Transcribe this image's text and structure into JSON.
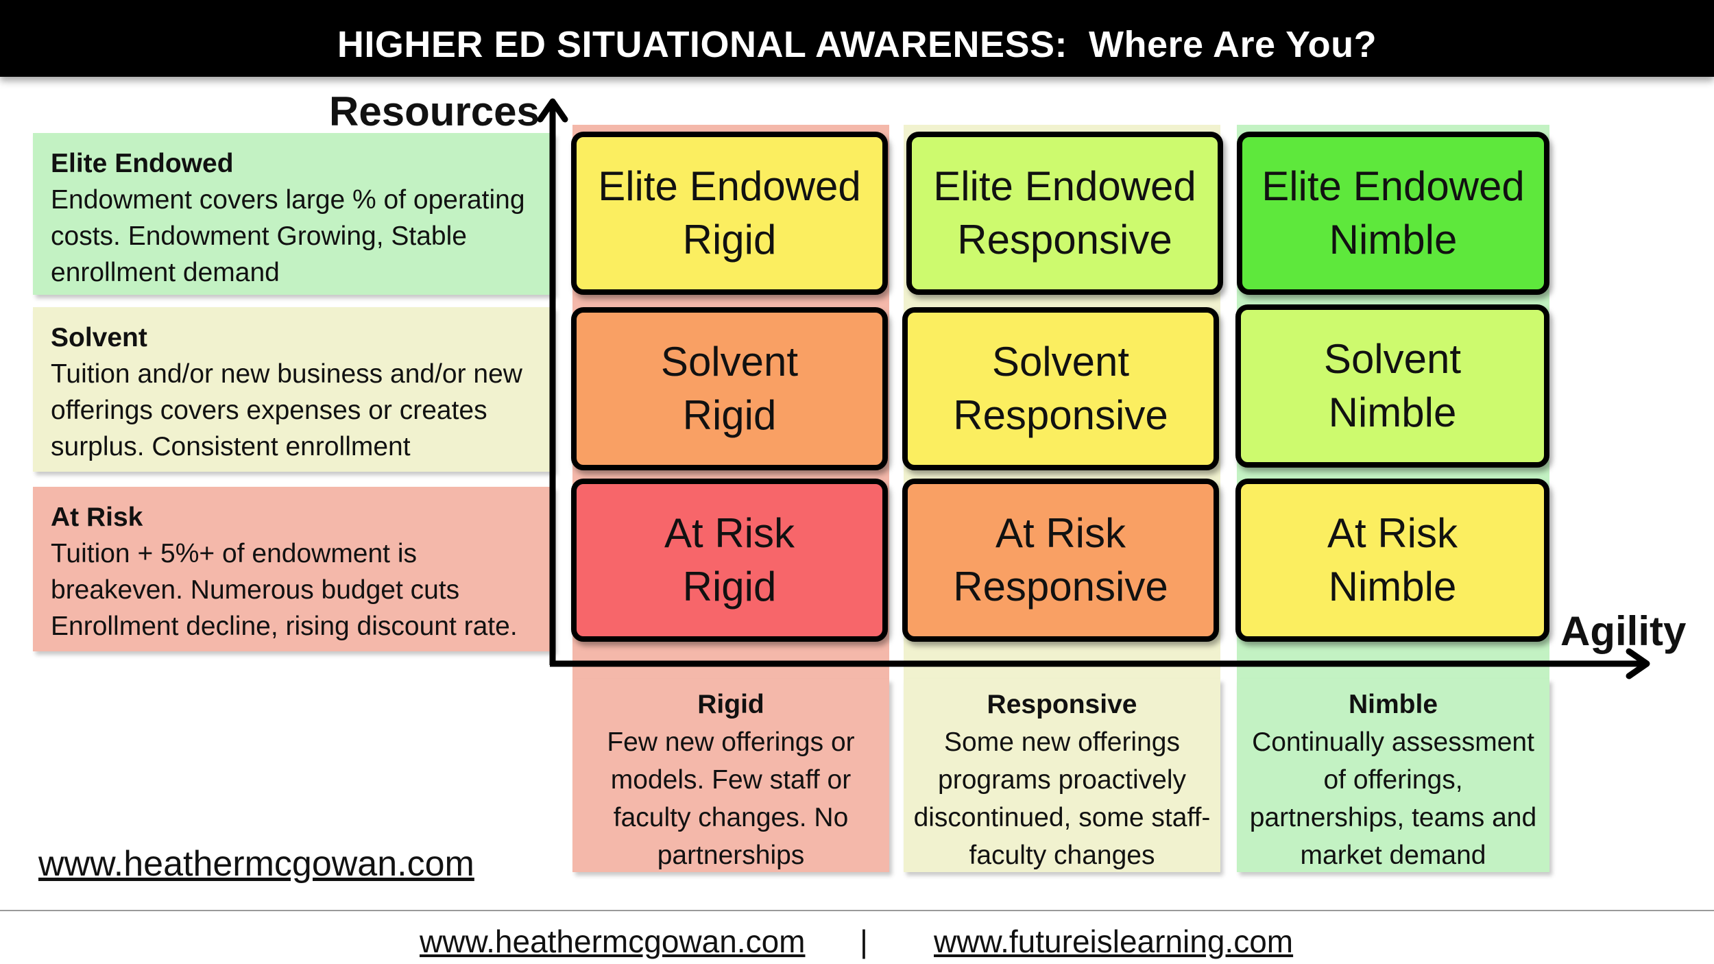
{
  "title": "HIGHER ED SITUATIONAL AWARENESS:  Where Are You?",
  "axes": {
    "y_label": "Resources",
    "x_label": "Agility"
  },
  "resource_levels": [
    {
      "name": "Elite Endowed",
      "description": "Endowment covers large % of operating costs. Endowment Growing, Stable enrollment demand",
      "color": "#c3f2c3"
    },
    {
      "name": "Solvent",
      "description": "Tuition and/or new business and/or new offerings covers expenses or creates surplus. Consistent enrollment",
      "color": "#f1f2cf"
    },
    {
      "name": "At Risk",
      "description": "Tuition + 5%+ of endowment is breakeven. Numerous  budget cuts Enrollment decline, rising discount rate.",
      "color": "#f4b8aa"
    }
  ],
  "agility_levels": [
    {
      "name": "Rigid",
      "description": "Few new offerings or models. Few staff or faculty changes. No partnerships",
      "color": "#f4b8aa"
    },
    {
      "name": "Responsive",
      "description": "Some new offerings programs proactively discontinued, some staff-faculty changes",
      "color": "#f1f2cf"
    },
    {
      "name": "Nimble",
      "description": "Continually assessment of offerings, partnerships, teams and market demand",
      "color": "#c3f2c3"
    }
  ],
  "matrix": [
    [
      {
        "line1": "Elite Endowed",
        "line2": "Rigid",
        "color": "#fbee60"
      },
      {
        "line1": "Elite Endowed",
        "line2": "Responsive",
        "color": "#cdfa6e"
      },
      {
        "line1": "Elite Endowed",
        "line2": "Nimble",
        "color": "#5ee83c"
      }
    ],
    [
      {
        "line1": "Solvent",
        "line2": "Rigid",
        "color": "#f9a064"
      },
      {
        "line1": "Solvent",
        "line2": "Responsive",
        "color": "#fbee60"
      },
      {
        "line1": "Solvent",
        "line2": "Nimble",
        "color": "#cdfa6e"
      }
    ],
    [
      {
        "line1": "At Risk",
        "line2": "Rigid",
        "color": "#f7666a"
      },
      {
        "line1": "At Risk",
        "line2": "Responsive",
        "color": "#f9a064"
      },
      {
        "line1": "At Risk",
        "line2": "Nimble",
        "color": "#fbee60"
      }
    ]
  ],
  "footer": {
    "site_main": "www.heathermcgowan.com",
    "link_left": "www.heathermcgowan.com",
    "separator": "|",
    "link_right": "www.futureislearning.com"
  }
}
